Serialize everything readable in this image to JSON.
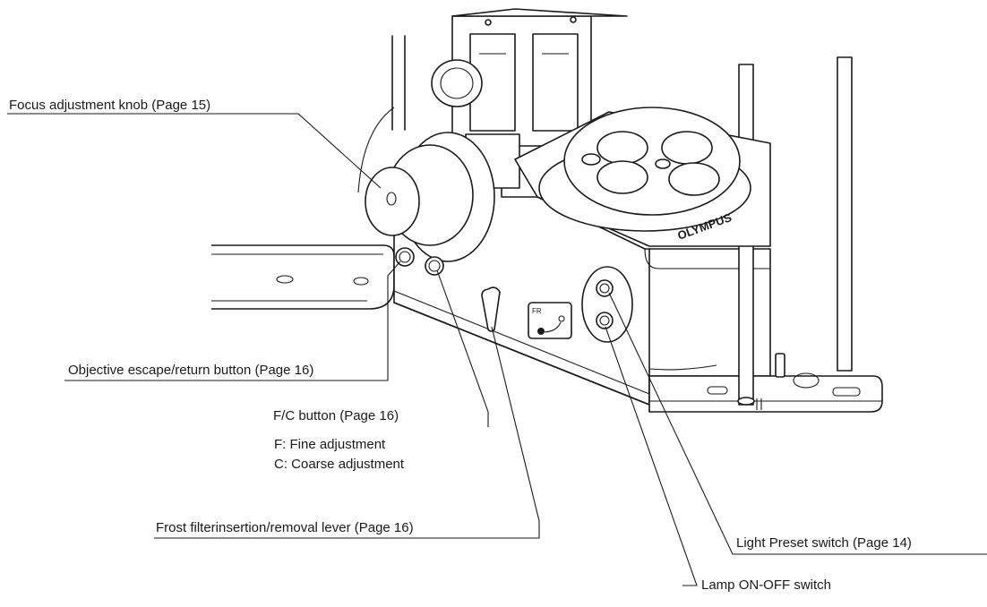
{
  "labels": {
    "focus_knob": "Focus adjustment knob (Page 15)",
    "objective_escape": "Objective escape/return button (Page 16)",
    "fc_button": "F/C button (Page 16)",
    "fc_fine": "F: Fine adjustment",
    "fc_coarse": "C: Coarse adjustment",
    "frost_filter": "Frost filterinsertion/removal lever (Page 16)",
    "light_preset": "Light Preset switch (Page 14)",
    "lamp_switch": "Lamp ON-OFF switch"
  },
  "device": {
    "brand": "OLYMPUS",
    "fr_mark": "FR"
  }
}
